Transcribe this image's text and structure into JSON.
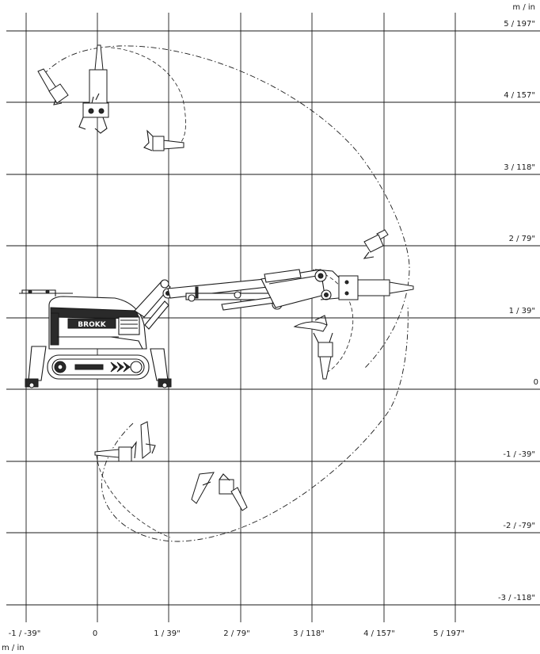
{
  "axes": {
    "unit_top": "m / in",
    "unit_bottom": "m / in",
    "x_ticks": [
      "-1 / -39\"",
      "0",
      "1 / 39\"",
      "2 / 79\"",
      "3 / 118\"",
      "4 / 157\"",
      "5 / 197\""
    ],
    "y_ticks": [
      "5 / 197\"",
      "4 / 157\"",
      "3 / 118\"",
      "2 / 79\"",
      "1 / 39\"",
      "0",
      "-1 / -39\"",
      "-2 / -79\"",
      "-3 / -118\""
    ]
  },
  "machine": {
    "brand_label": "BROKK"
  }
}
